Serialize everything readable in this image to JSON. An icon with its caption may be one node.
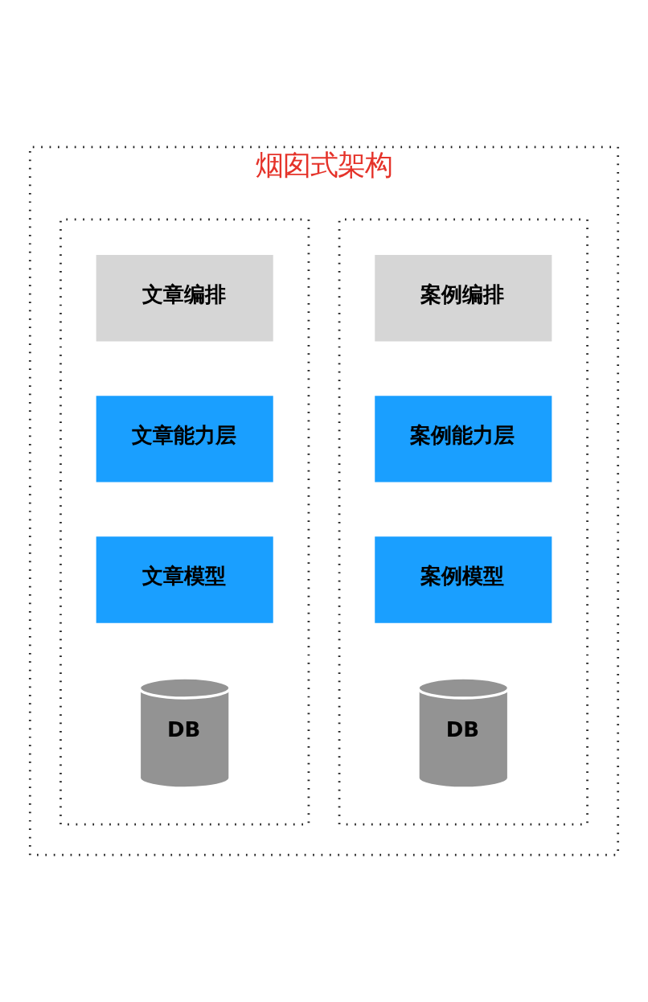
{
  "diagram": {
    "nodes": [
      {
        "text": [
          "烟囱式架构"
        ]
      },
      {
        "text": [],
        "shape": "box",
        "in": 0
      },
      {
        "text": [
          "文章编排"
        ],
        "in": 1
      },
      {
        "text": [
          "文章能力层"
        ],
        "in": 1
      },
      {
        "text": [
          "文章模型"
        ],
        "in": 1
      },
      {
        "text": [
          "DB"
        ],
        "in": 1
      },
      {
        "text": [],
        "shape": "box",
        "in": 0
      },
      {
        "text": [
          "案例编排"
        ],
        "in": 6
      },
      {
        "text": [
          "案例能力层"
        ],
        "in": 6
      },
      {
        "text": [
          "案例模型"
        ],
        "in": 6
      },
      {
        "text": [
          "DB"
        ],
        "in": 6
      }
    ]
  }
}
